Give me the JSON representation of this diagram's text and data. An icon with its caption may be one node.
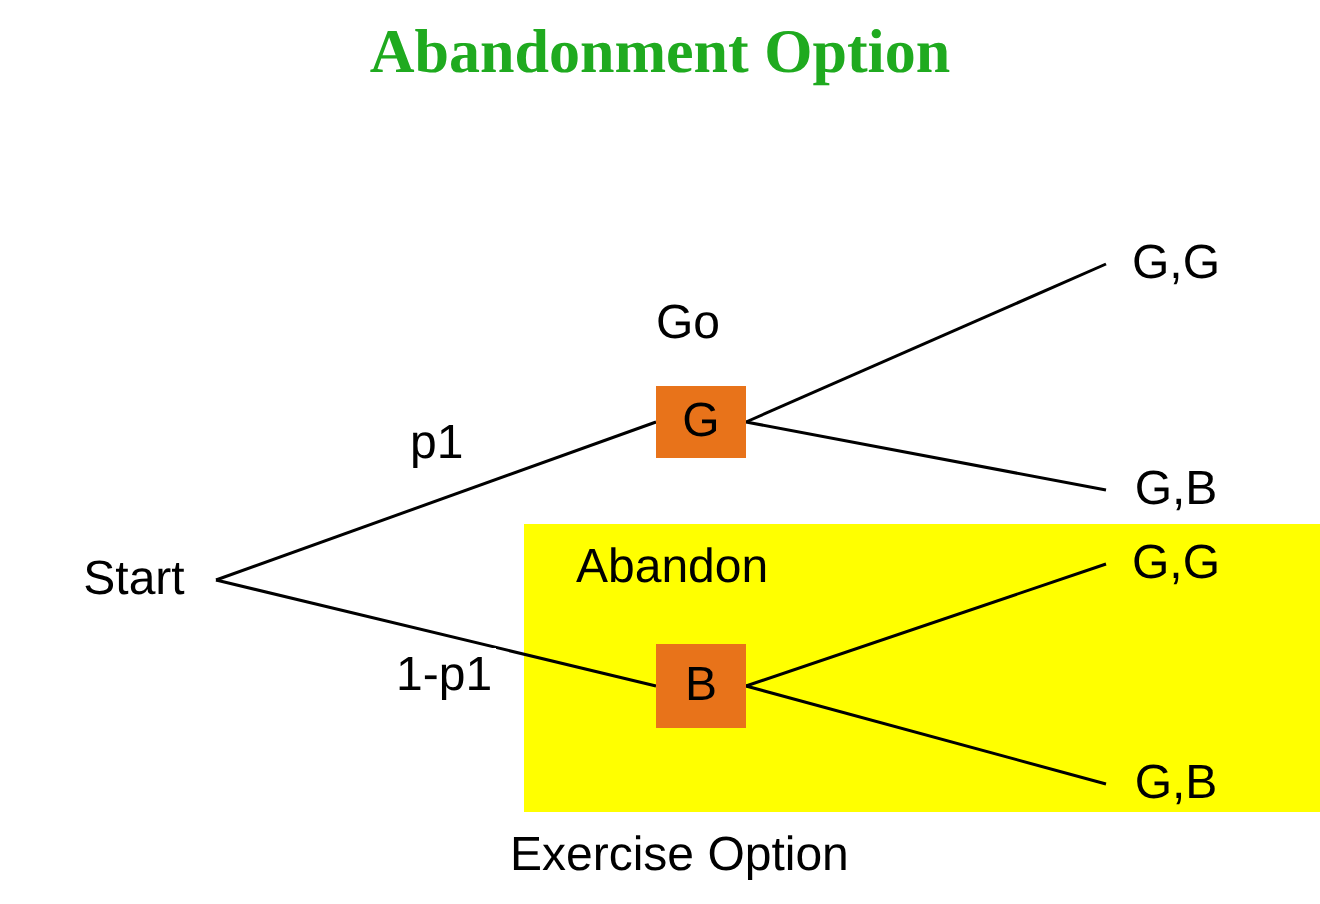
{
  "diagram": {
    "title": "Abandonment Option",
    "nodes": [
      {
        "text": [
          "Start"
        ]
      },
      {
        "text": [
          "G"
        ],
        "beside": [
          "Go"
        ]
      },
      {
        "text": [
          "G,G"
        ]
      },
      {
        "text": [
          "G,B"
        ]
      },
      {
        "text": [
          "Abandon"
        ],
        "beside": [
          "Exercise Option"
        ]
      },
      {
        "text": [
          "B"
        ],
        "in": 4
      },
      {
        "text": [
          "G,G"
        ],
        "in": 4
      },
      {
        "text": [
          "G,B"
        ],
        "in": 4
      }
    ],
    "edges": [
      {
        "from": 0,
        "to": 1,
        "arrow": "none",
        "label": "p1"
      },
      {
        "from": 0,
        "to": 5,
        "arrow": "none",
        "label": "1-p1"
      },
      {
        "from": 1,
        "to": 2,
        "arrow": "none"
      },
      {
        "from": 1,
        "to": 3,
        "arrow": "none"
      },
      {
        "from": 5,
        "to": 6,
        "arrow": "none"
      },
      {
        "from": 5,
        "to": 7,
        "arrow": "none"
      }
    ]
  }
}
